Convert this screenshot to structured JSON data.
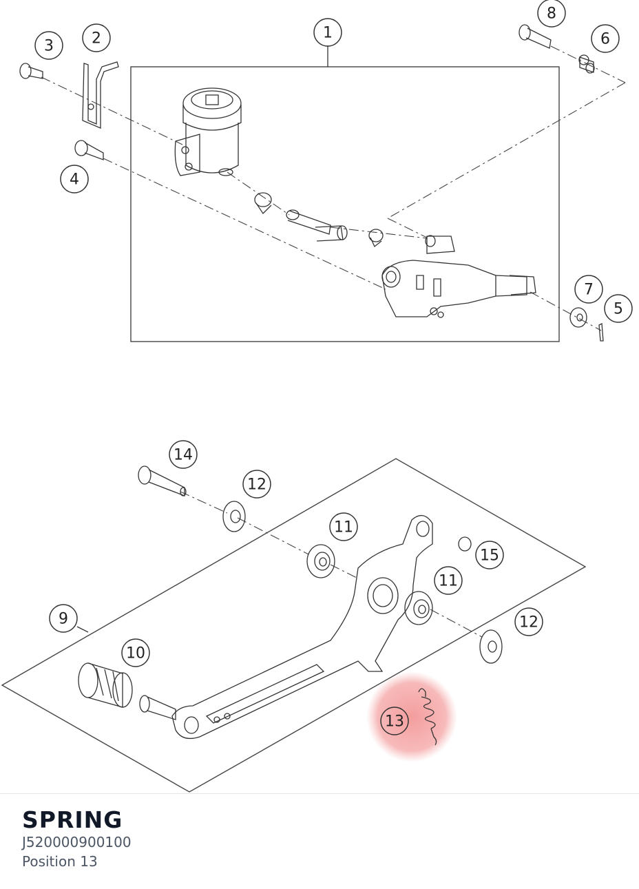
{
  "diagram": {
    "callouts": {
      "c1": "1",
      "c2": "2",
      "c3": "3",
      "c4": "4",
      "c5": "5",
      "c6": "6",
      "c7": "7",
      "c8": "8",
      "c9": "9",
      "c10": "10",
      "c11a": "11",
      "c11b": "11",
      "c12a": "12",
      "c12b": "12",
      "c13": "13",
      "c14": "14",
      "c15": "15"
    },
    "highlight_color": "#f28b8b",
    "selected_position": "13"
  },
  "part": {
    "name": "SPRING",
    "number": "J520000900100",
    "position_label": "Position 13"
  }
}
